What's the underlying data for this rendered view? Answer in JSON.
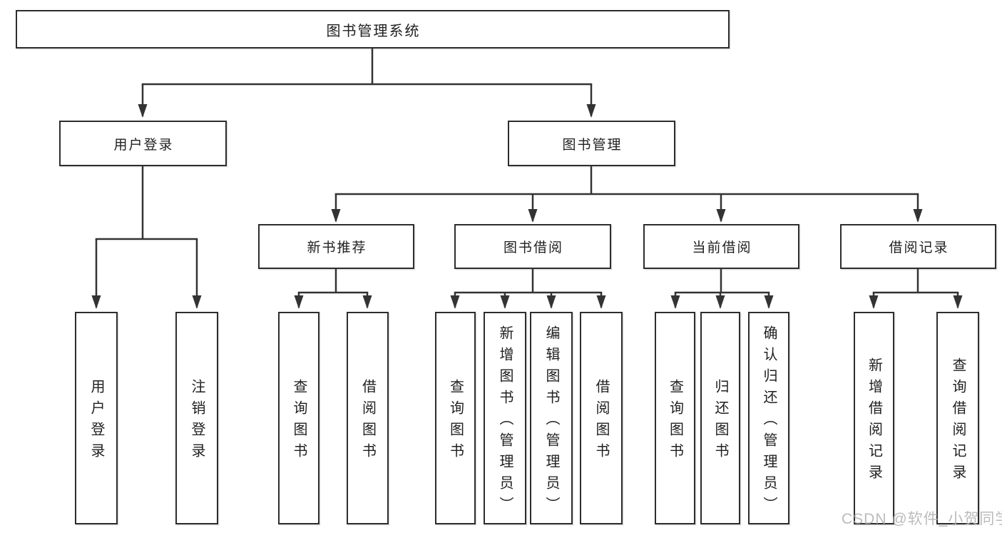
{
  "diagram": {
    "root": "图书管理系统",
    "level2": [
      "用户登录",
      "图书管理"
    ],
    "level3": [
      "新书推荐",
      "图书借阅",
      "当前借阅",
      "借阅记录"
    ],
    "leaves_user_login": [
      "用户登录",
      "注销登录"
    ],
    "leaves_new_book": [
      "查询图书",
      "借阅图书"
    ],
    "leaves_book_borrow": [
      "查询图书",
      "新增图书（管理员）",
      "编辑图书（管理员）",
      "借阅图书"
    ],
    "leaves_current_borrow": [
      "查询图书",
      "归还图书",
      "确认归还（管理员）"
    ],
    "leaves_borrow_records": [
      "新增借阅记录",
      "查询借阅记录"
    ],
    "watermark": "CSDN @软件_小贺同学",
    "colors": {
      "line": "#333333",
      "border": "#2d2d2d",
      "fill": "#ffffff",
      "text": "#1f1f1f",
      "watermark": "#b4b4b4"
    }
  }
}
